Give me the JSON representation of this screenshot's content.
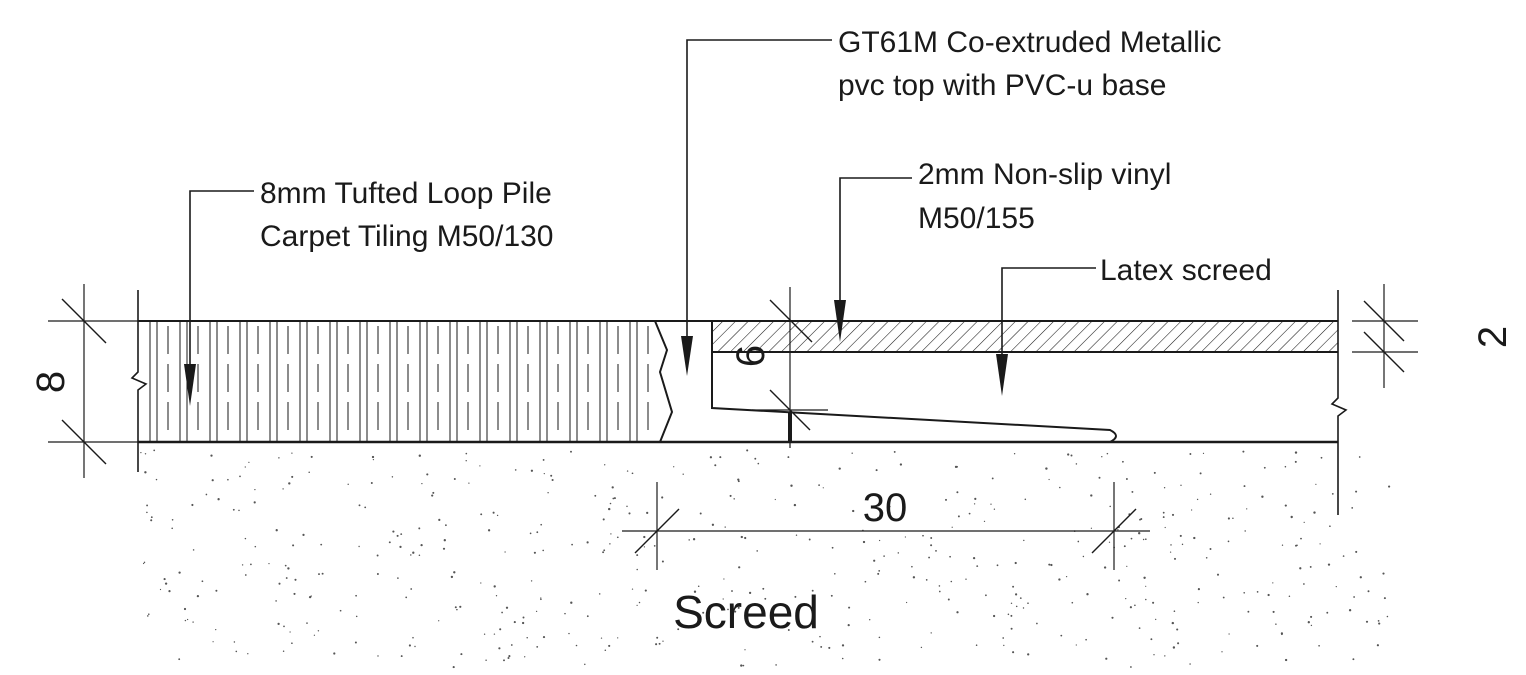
{
  "labels": {
    "gt61m_line1": "GT61M Co-extruded Metallic",
    "gt61m_line2": "pvc top with PVC-u base",
    "carpet_line1": "8mm Tufted Loop Pile",
    "carpet_line2": "Carpet Tiling M50/130",
    "vinyl_line1": "2mm Non-slip vinyl",
    "vinyl_line2": "M50/155",
    "latex": "Latex screed",
    "screed": "Screed"
  },
  "dimensions": {
    "carpet_thickness": "8",
    "vinyl_thickness": "2",
    "nosing_height": "6",
    "nosing_width": "30"
  }
}
